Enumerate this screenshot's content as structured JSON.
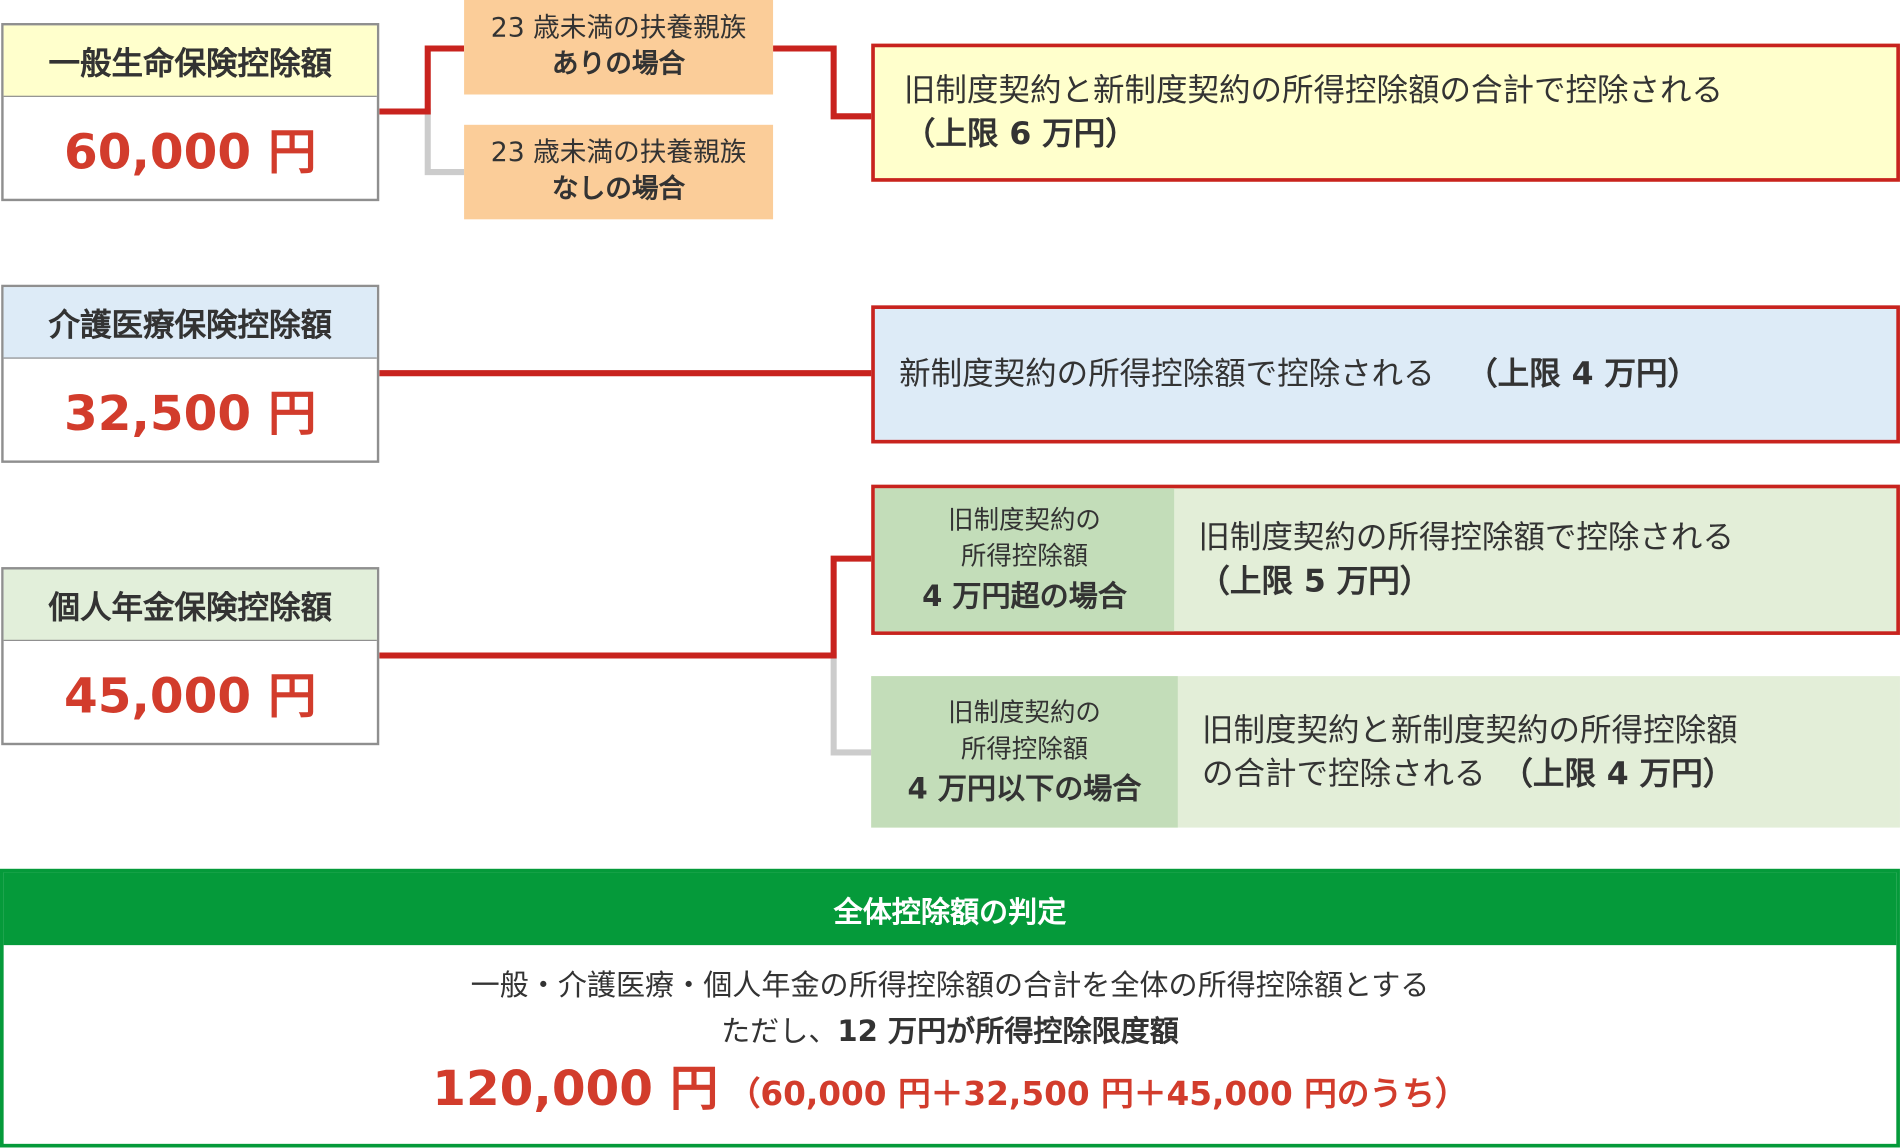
{
  "colors": {
    "accent_red": "#c8231e",
    "value_red": "#d23c2c",
    "connector_gray": "#cccccc",
    "total_green": "#059a3a",
    "general_header_bg": "#ffffcc",
    "nursing_header_bg": "#ddebf7",
    "pension_header_bg": "#e2efda",
    "condition_orange": "#fbcd99",
    "pension_condition_bg": "#c3ddb9"
  },
  "general": {
    "title": "一般生命保険控除額",
    "value": "60,000 円",
    "cond_with": {
      "line1": "23 歳未満の扶養親族",
      "line2": "ありの場合"
    },
    "cond_without": {
      "line1": "23 歳未満の扶養親族",
      "line2": "なしの場合"
    },
    "result": {
      "line1": "旧制度契約と新制度契約の所得控除額の合計で控除される",
      "line2": "（上限 6 万円）"
    }
  },
  "nursing": {
    "title": "介護医療保険控除額",
    "value": "32,500 円",
    "result": {
      "text": "新制度契約の所得控除額で控除される　",
      "limit": "（上限 4 万円）"
    }
  },
  "pension": {
    "title": "個人年金保険控除額",
    "value": "45,000 円",
    "case_over": {
      "cond_line1": "旧制度契約の",
      "cond_line2": "所得控除額",
      "cond_line3": "4 万円超の場合",
      "result_line1": "旧制度契約の所得控除額で控除される",
      "result_line2": "（上限 5 万円）"
    },
    "case_under": {
      "cond_line1": "旧制度契約の",
      "cond_line2": "所得控除額",
      "cond_line3": "4 万円以下の場合",
      "result_line1": "旧制度契約と新制度契約の所得控除額",
      "result_line2a": "の合計で控除される　",
      "result_line2b": "（上限 4 万円）"
    }
  },
  "total": {
    "title": "全体控除額の判定",
    "line1": "一般・介護医療・個人年金の所得控除額の合計を全体の所得控除額とする",
    "line2_prefix": "ただし、",
    "line2_bold": "12 万円が所得控除限度額",
    "amount": "120,000 円",
    "breakdown": "（60,000 円＋32,500 円＋45,000 円のうち）"
  }
}
